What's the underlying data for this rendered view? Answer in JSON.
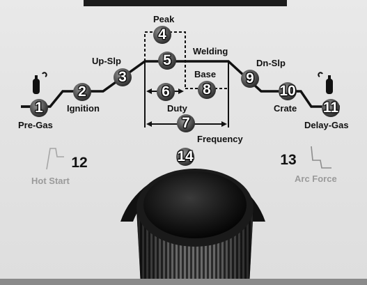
{
  "labels": {
    "peak": "Peak",
    "welding": "Welding",
    "up_slope": "Up-Slp",
    "down_slope": "Dn-Slp",
    "base": "Base",
    "ignition": "Ignition",
    "duty": "Duty",
    "pre_gas": "Pre-Gas",
    "crate": "Crate",
    "delay_gas": "Delay-Gas",
    "frequency": "Frequency",
    "hot_start": "Hot Start",
    "arc_force": "Arc Force"
  },
  "numbers": {
    "n1": "1",
    "n2": "2",
    "n3": "3",
    "n4": "4",
    "n5": "5",
    "n6": "6",
    "n7": "7",
    "n8": "8",
    "n9": "9",
    "n10": "10",
    "n11": "11",
    "n12": "12",
    "n13": "13",
    "n14": "14"
  },
  "icons": {
    "gas_cylinder_left": "gas-cylinder-icon",
    "gas_cylinder_right": "gas-cylinder-icon",
    "hot_start": "hot-start-waveform-icon",
    "arc_force": "arc-force-waveform-icon",
    "knob": "control-knob"
  },
  "colors": {
    "line": "#111111",
    "muted_label": "#9a9a9a",
    "background": "#e4e4e4"
  }
}
